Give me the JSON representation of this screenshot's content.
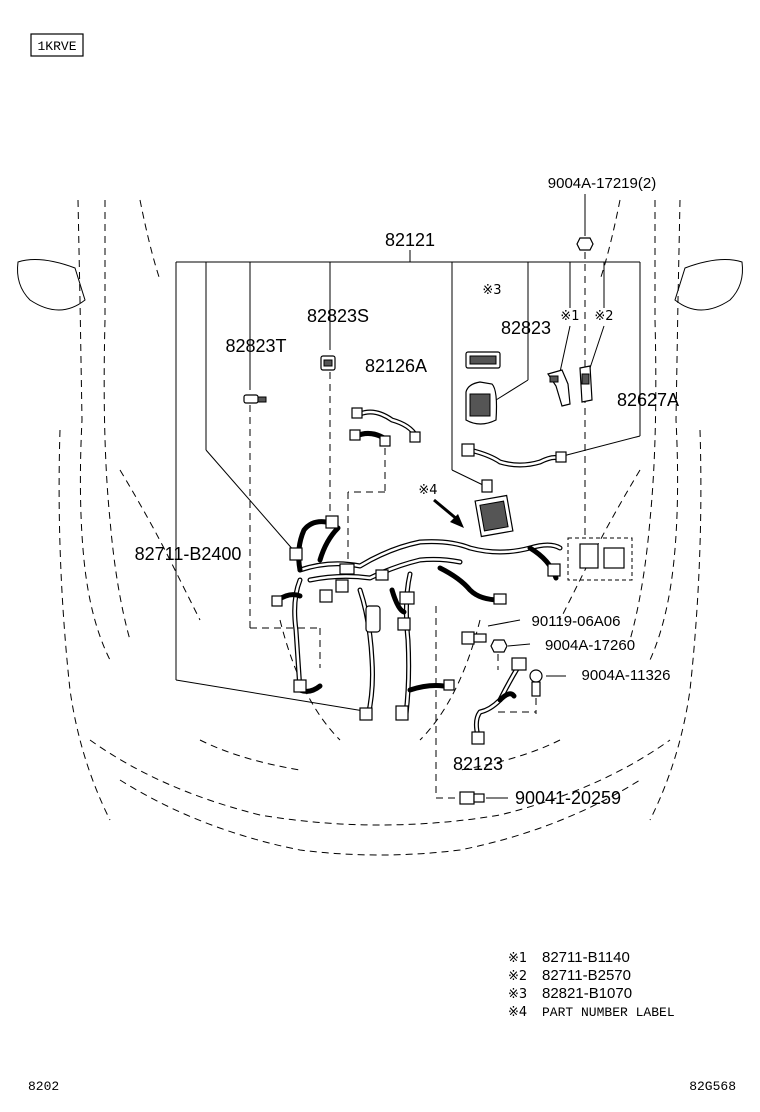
{
  "engine_code": "1KRVE",
  "footer_left": "8202",
  "footer_right": "82G568",
  "parts": {
    "main_harness": "82121",
    "clamp_bolt_top": "9004A-17219(2)",
    "p82823S": "82823S",
    "p82823T": "82823T",
    "p82126A": "82126A",
    "p82823": "82823",
    "p82627A": "82627A",
    "p82711": "82711-B2400",
    "p90119": "90119-06A06",
    "p9004A_17260": "9004A-17260",
    "p9004A_11326": "9004A-11326",
    "p82123": "82123",
    "p90041": "90041-20259"
  },
  "markers": {
    "m1": "※1",
    "m2": "※2",
    "m3": "※3",
    "m4": "※4"
  },
  "legend": [
    {
      "mark": "※1",
      "text": "82711-B1140"
    },
    {
      "mark": "※2",
      "text": "82711-B2570"
    },
    {
      "mark": "※3",
      "text": "82821-B1070"
    },
    {
      "mark": "※4",
      "text": "PART NUMBER LABEL"
    }
  ]
}
